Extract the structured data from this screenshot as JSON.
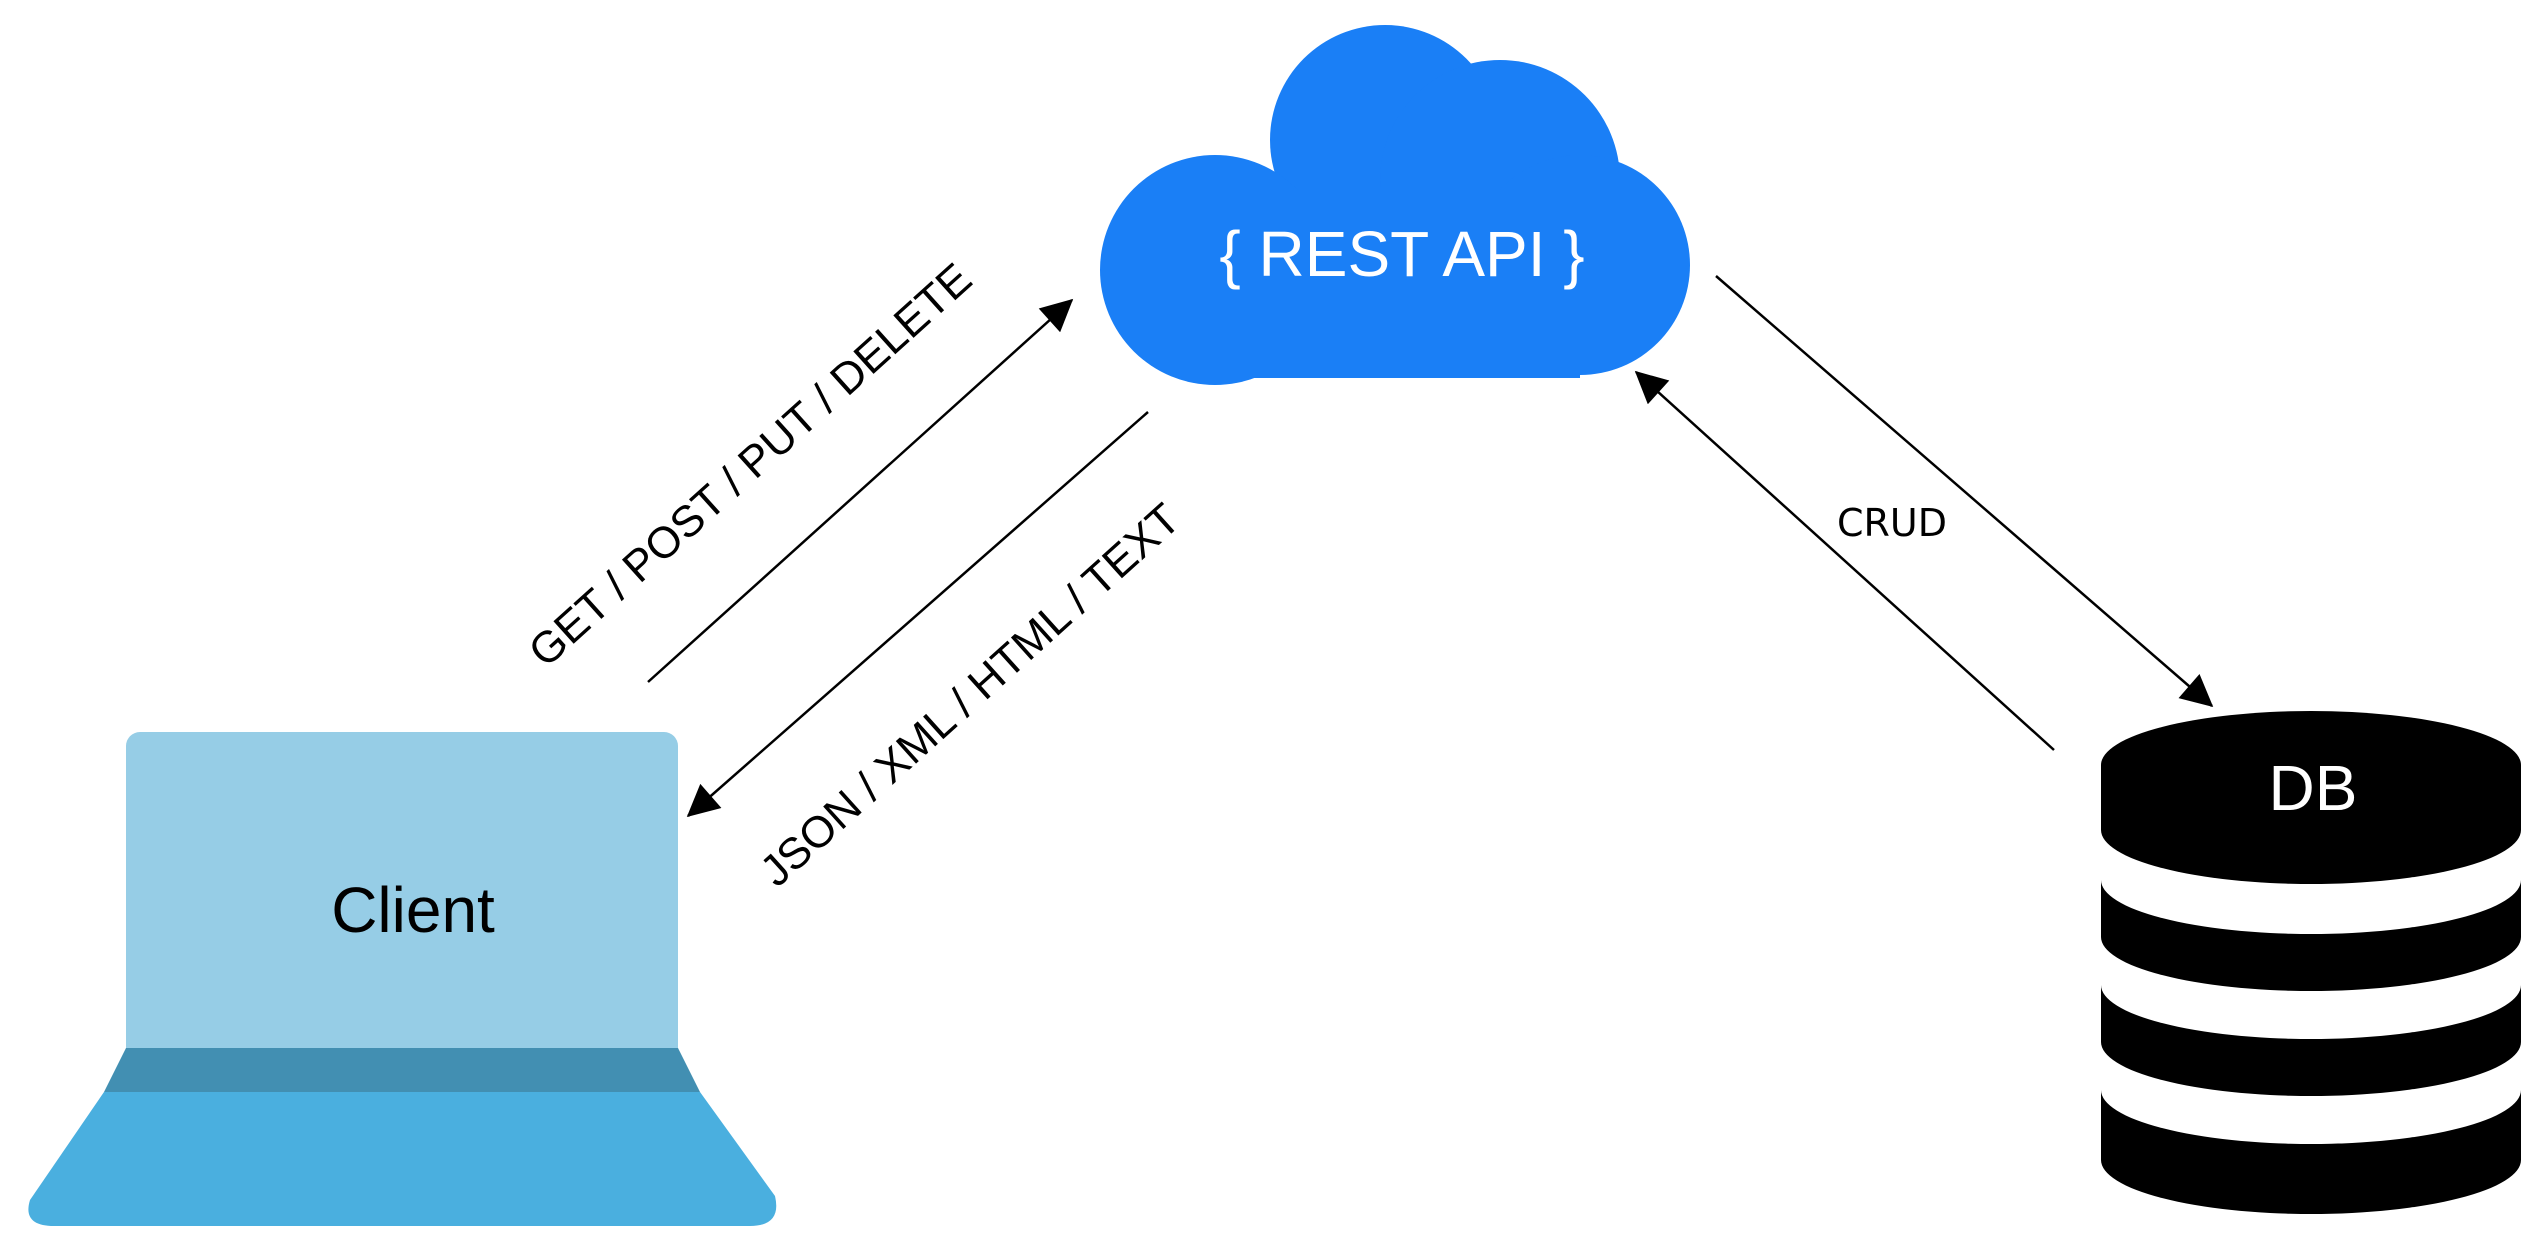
{
  "nodes": {
    "cloud": {
      "label": "{ REST API }"
    },
    "client": {
      "label": "Client"
    },
    "db": {
      "label": "DB"
    }
  },
  "edges": {
    "request": {
      "label": "GET / POST / PUT / DELETE"
    },
    "response": {
      "label": "JSON / XML / HTML / TEXT"
    },
    "crud": {
      "label": "CRUD"
    }
  },
  "colors": {
    "cloud": "#1A7FF6",
    "cloud_text": "#FFFFFF",
    "laptop_screen": "#96CDE6",
    "laptop_hinge": "#428FB2",
    "laptop_base": "#4AAFDF",
    "db": "#000000",
    "db_text": "#FFFFFF",
    "line": "#000000"
  }
}
